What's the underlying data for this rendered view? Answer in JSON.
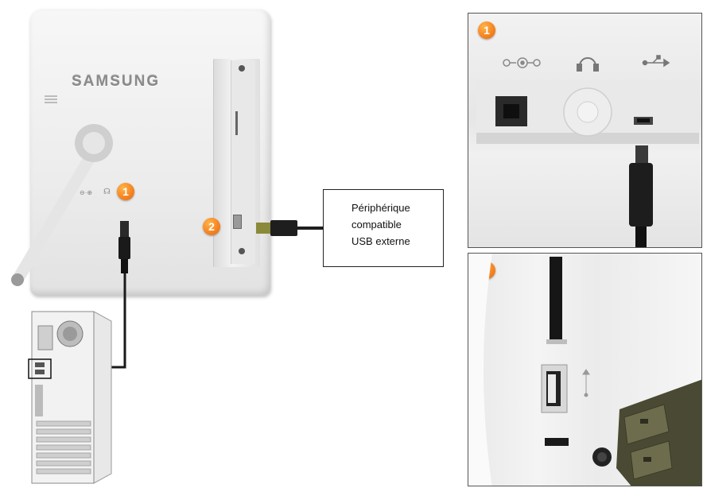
{
  "brand": "SAMSUNG",
  "badges": {
    "one": "1",
    "two": "2"
  },
  "callout": {
    "line1": "Périphérique",
    "line2": "compatible",
    "line3": "USB externe"
  },
  "icons": {
    "power": "power-connector-icon",
    "headphone": "headphone-icon",
    "usb": "usb-icon"
  },
  "colors": {
    "badge": "#f58220",
    "cable": "#1a1a1a",
    "frame": "#efefef"
  }
}
